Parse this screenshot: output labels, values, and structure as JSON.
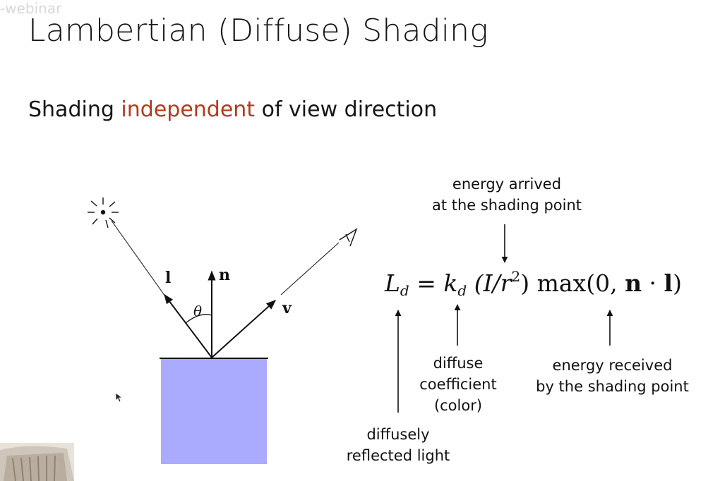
{
  "slide": {
    "watermark": "-webinar",
    "title": "Lambertian (Diffuse) Shading",
    "subtitle": {
      "before": "Shading ",
      "highlight": "independent",
      "after": " of view direction"
    },
    "diagram": {
      "labels": {
        "light_vector": "l",
        "normal_vector": "n",
        "view_vector": "v",
        "angle": "θ"
      },
      "colors": {
        "surface": "#aaaaff",
        "highlight_text": "#b5391b"
      }
    },
    "equation": {
      "lhs": "L",
      "lhs_sub": "d",
      "equals": "=",
      "k": "k",
      "k_sub": "d",
      "intensity": "(I/r",
      "exponent": "2",
      "close": ")",
      "max_fn": "max",
      "max_args_open": "(0, ",
      "n": "n",
      "dot": " · ",
      "l": "l",
      "max_args_close": ")"
    },
    "annotations": {
      "energy_arrived": [
        "energy arrived",
        "at the shading point"
      ],
      "diffusely_reflected": [
        "diffusely",
        "reflected light"
      ],
      "diffuse_coefficient": [
        "diffuse",
        "coefficient",
        "(color)"
      ],
      "energy_received": [
        "energy received",
        "by the shading point"
      ]
    }
  }
}
